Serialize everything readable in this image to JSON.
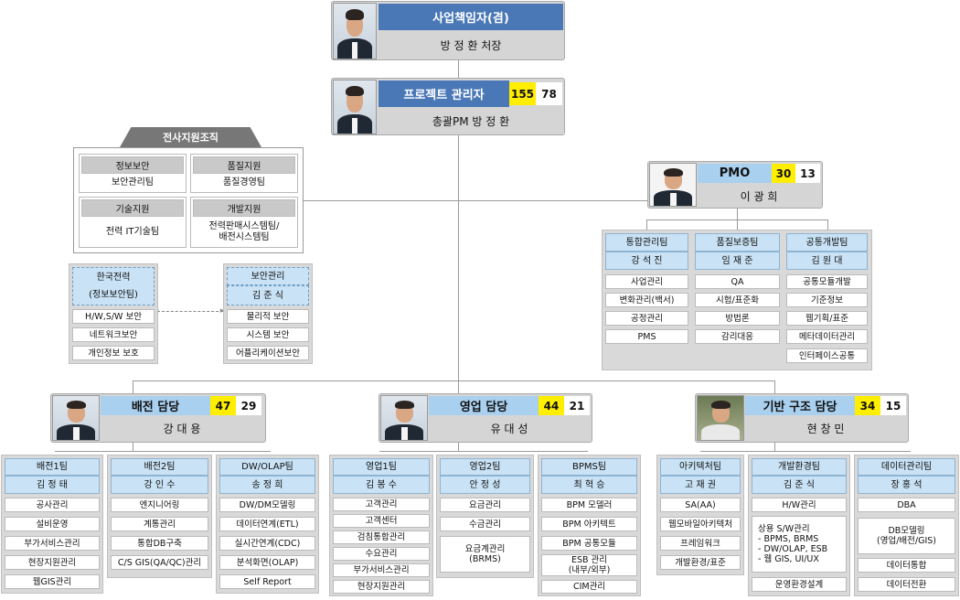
{
  "top": {
    "title": "사업책임자(겸)",
    "name": "방 정 환 처장"
  },
  "pm": {
    "title": "프로젝트 관리자",
    "n1": "155",
    "n2": "78",
    "name": "총괄PM 방 정 환"
  },
  "support": {
    "tab": "전사지원조직",
    "boxes": [
      {
        "head": "정보보안",
        "body": "보안관리팀"
      },
      {
        "head": "품질지원",
        "body": "품질경영팀"
      },
      {
        "head": "기술지원",
        "body": "전력 IT기술팀"
      },
      {
        "head": "개발지원",
        "body": "전력판매시스템팀/\n배전시스템팀"
      }
    ]
  },
  "pmo": {
    "title": "PMO",
    "n1": "30",
    "n2": "13",
    "name": "이 광 희",
    "teams": [
      {
        "name": "통합관리팀",
        "lead": "강 석 진",
        "items": [
          "사업관리",
          "변화관리(백서)",
          "공정관리",
          "PMS"
        ]
      },
      {
        "name": "품질보증팀",
        "lead": "임 재 준",
        "items": [
          "QA",
          "시험/표준화",
          "방법론",
          "감리대응"
        ]
      },
      {
        "name": "공통개발팀",
        "lead": "김 원 대",
        "items": [
          "공통모듈개발",
          "기준정보",
          "웹기획/표준",
          "메타데이터관리",
          "인터페이스공통"
        ]
      }
    ]
  },
  "kepco": {
    "line1": "한국전력",
    "line2": "(정보보안팀)",
    "items": [
      "H/W,S/W 보안",
      "네트워크보안",
      "개인정보 보호"
    ]
  },
  "security": {
    "head": "보안관리",
    "lead": "김 준 식",
    "items": [
      "물리적 보안",
      "시스템 보안",
      "어플리케이션보안"
    ]
  },
  "divisions": [
    {
      "title": "배전 담당",
      "n1": "47",
      "n2": "29",
      "name": "강 대 용",
      "teams": [
        {
          "name": "배전1팀",
          "lead": "김 정 태",
          "items": [
            "공사관리",
            "설비운영",
            "부가서비스관리",
            "현장지원관리",
            "웹GIS관리"
          ]
        },
        {
          "name": "배전2팀",
          "lead": "강 인 수",
          "items": [
            "엔지니어링",
            "계통관리",
            "통합DB구축",
            "C/S GIS(QA/QC)관리"
          ]
        },
        {
          "name": "DW/OLAP팀",
          "lead": "송 정 희",
          "items": [
            "DW/DM모델링",
            "데이터연계(ETL)",
            "실시간연계(CDC)",
            "분석화면(OLAP)",
            "Self Report"
          ]
        }
      ]
    },
    {
      "title": "영업 담당",
      "n1": "44",
      "n2": "21",
      "name": "유 대 성",
      "teams": [
        {
          "name": "영업1팀",
          "lead": "김 봉 수",
          "items": [
            "고객관리",
            "고객센터",
            "검침통합관리",
            "수요관리",
            "부가서비스관리",
            "현장지원관리"
          ]
        },
        {
          "name": "영업2팀",
          "lead": "안 정 성",
          "items": [
            "요금관리",
            "수금관리",
            "요금계관리\n(BRMS)"
          ]
        },
        {
          "name": "BPMS팀",
          "lead": "최 혁 승",
          "items": [
            "BPM 모델러",
            "BPM 아키텍트",
            "BPM 공통모듈",
            "ESB 관리\n(내부/외부)",
            "CIM관리"
          ]
        }
      ]
    },
    {
      "title": "기반 구조 담당",
      "n1": "34",
      "n2": "15",
      "name": "현 창 민",
      "teams": [
        {
          "name": "아키텍처팀",
          "lead": "고 재 권",
          "items": [
            "SA(AA)",
            "웹모바일아키텍처",
            "프레임워크",
            "개발환경/표준"
          ]
        },
        {
          "name": "개발환경팀",
          "lead": "김 준 식",
          "items": [
            "H/W관리",
            "상용 S/W관리\n- BPMS, BRMS\n- DW/OLAP, ESB\n- 웹 GIS, UI/UX",
            "운영환경설계"
          ]
        },
        {
          "name": "데이터관리팀",
          "lead": "장 홍 석",
          "items": [
            "DBA",
            "DB모델링\n(영업/배전/GIS)",
            "데이터통합",
            "데이터전환"
          ]
        }
      ]
    }
  ]
}
